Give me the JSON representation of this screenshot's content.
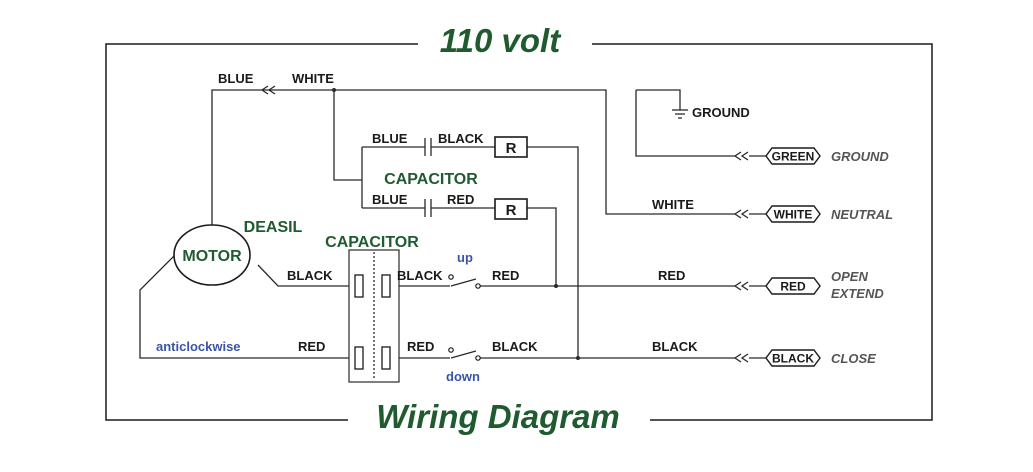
{
  "title": "110 volt",
  "subtitle": "Wiring Diagram",
  "components": {
    "motor": "MOTOR",
    "capacitor": "CAPACITOR",
    "deasil": "DEASIL",
    "capacitor2": "CAPACITOR",
    "resistor": "R",
    "ground": "GROUND"
  },
  "wire_labels": {
    "blue_top": "BLUE",
    "white_top": "WHITE",
    "blue_cap1": "BLUE",
    "black_cap1": "BLACK",
    "blue_cap2": "BLUE",
    "red_cap2": "RED",
    "white_neutral": "WHITE",
    "black_motor": "BLACK",
    "black_switch": "BLACK",
    "red_switch_up": "RED",
    "red_open": "RED",
    "red_bottom_left": "RED",
    "red_switch_down": "RED",
    "black_switch_down": "BLACK",
    "black_close": "BLACK",
    "up": "up",
    "down": "down",
    "anticlockwise": "anticlockwise"
  },
  "connectors": [
    {
      "tag": "GREEN",
      "label": "GROUND"
    },
    {
      "tag": "WHITE",
      "label": "NEUTRAL"
    },
    {
      "tag": "RED",
      "label": "OPEN",
      "label2": "EXTEND"
    },
    {
      "tag": "BLACK",
      "label": "CLOSE"
    }
  ],
  "colors": {
    "title_green": "#1f5b2f",
    "blue_text": "#3a55a8",
    "side_gray": "#555555"
  }
}
